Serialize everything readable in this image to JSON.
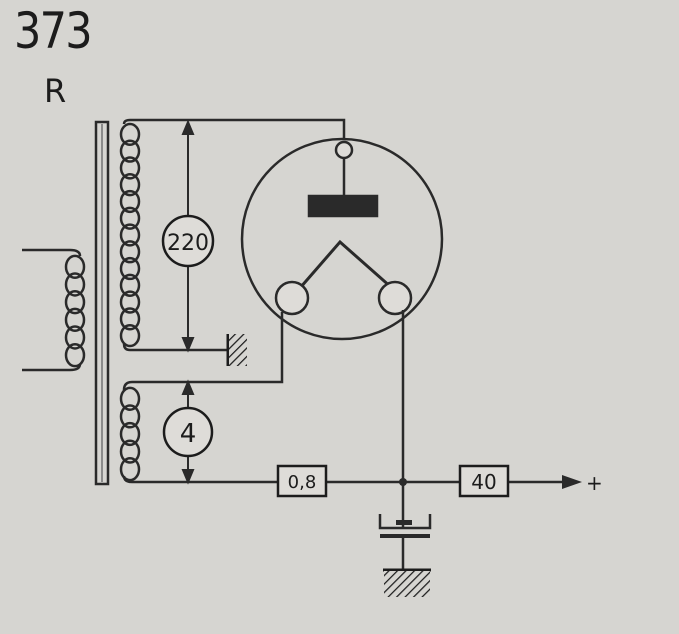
{
  "diagram": {
    "number": "373",
    "letter": "R",
    "labels": {
      "v220": "220",
      "v4": "4",
      "r08": "0,8",
      "r40": "40",
      "plus": "+"
    },
    "colors": {
      "background": "#d6d5d1",
      "ink": "#1c1c1c",
      "wire": "#2a2a2a"
    }
  }
}
